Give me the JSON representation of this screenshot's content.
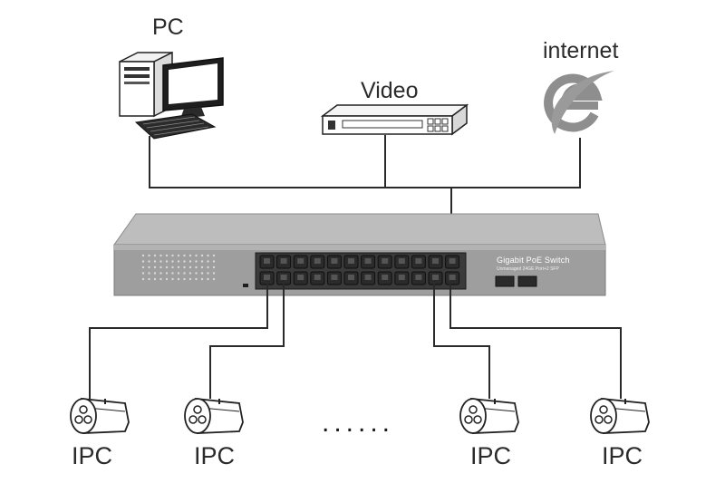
{
  "labels": {
    "pc": "PC",
    "video": "Video",
    "internet": "internet",
    "ipc_1": "IPC",
    "ipc_2": "IPC",
    "ipc_3": "IPC",
    "ipc_4": "IPC",
    "ellipsis": "......"
  },
  "switch": {
    "title": "Gigabit PoE Switch",
    "subtitle": "Unmanaged 24GE Port+2 SFP"
  },
  "colors": {
    "line": "#2a2a2a",
    "switch_body": "#a9a9a9",
    "switch_face": "#939393",
    "port": "#1e1e1e",
    "ie_logo": "#8e8e8e"
  }
}
